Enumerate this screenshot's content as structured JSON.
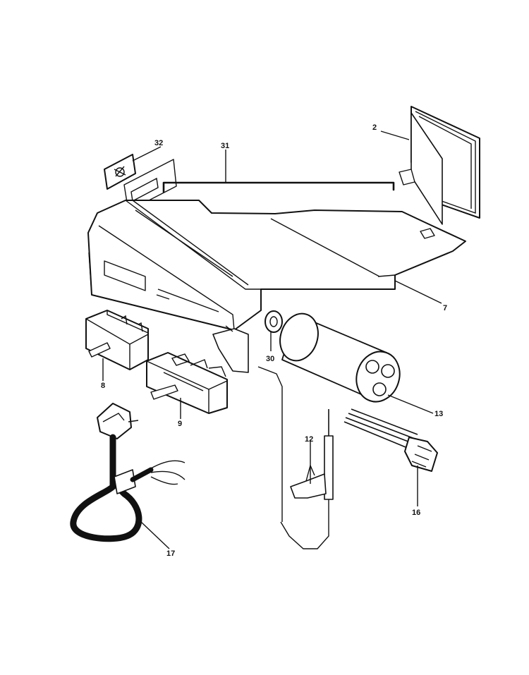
{
  "callouts": {
    "c2": "2",
    "c7": "7",
    "c8": "8",
    "c9": "9",
    "c12": "12",
    "c13": "13",
    "c16": "16",
    "c17": "17",
    "c30": "30",
    "c31": "31",
    "c32": "32"
  }
}
